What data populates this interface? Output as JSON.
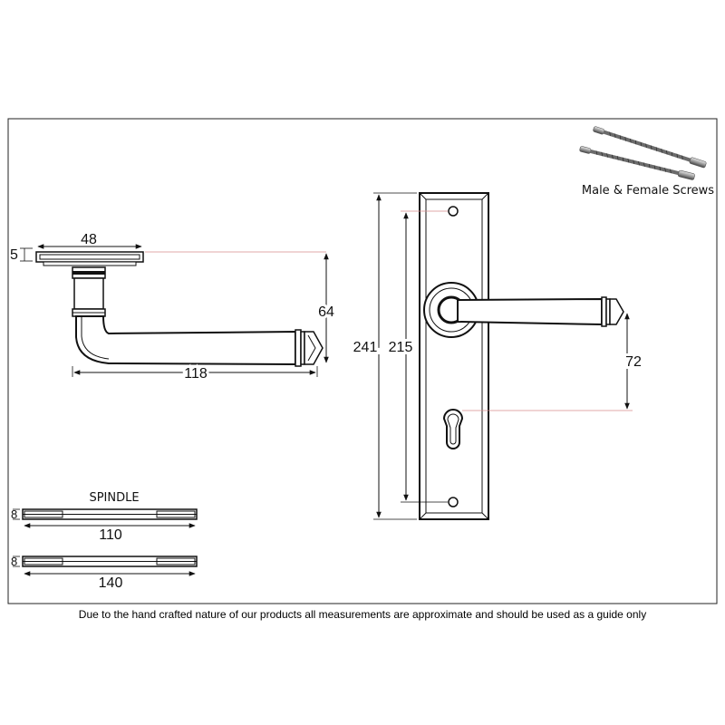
{
  "screws": {
    "label": "Male & Female Screws"
  },
  "side_view": {
    "rose_width": "48",
    "rose_thickness": "5",
    "height": "64",
    "lever_length": "118"
  },
  "plate_view": {
    "plate_length": "241",
    "screw_centres": "215",
    "lever_to_keyhole": "72"
  },
  "spindles": {
    "title": "SPINDLE",
    "items": [
      {
        "section": "8",
        "length": "110"
      },
      {
        "section": "8",
        "length": "140"
      }
    ]
  },
  "footer": {
    "note": "Due to the hand crafted nature of our products all measurements are approximate and should be used as a guide only"
  }
}
